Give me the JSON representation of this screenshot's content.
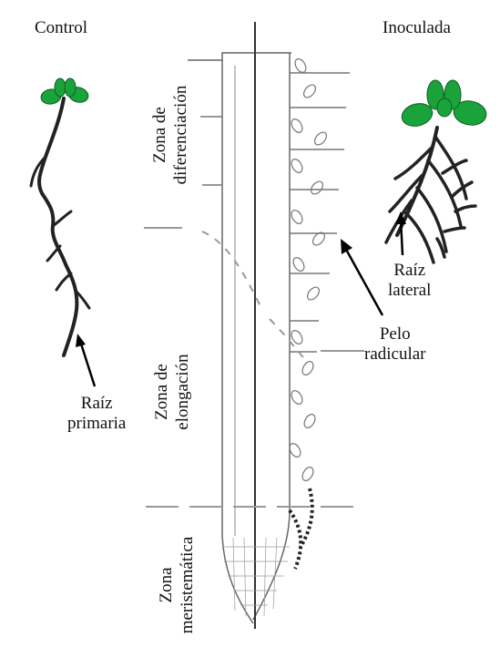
{
  "labels": {
    "control": "Control",
    "inoculated": "Inoculada",
    "primary_root_1": "Raíz",
    "primary_root_2": "primaria",
    "lateral_root_1": "Raíz",
    "lateral_root_2": "lateral",
    "root_hair_1": "Pelo",
    "root_hair_2": "radicular"
  },
  "zones": {
    "differentiation_1": "Zona de",
    "differentiation_2": "diferenciación",
    "elongation_1": "Zona de",
    "elongation_2": "elongación",
    "meristematic_1": "Zona",
    "meristematic_2": "meristemática"
  },
  "colors": {
    "leaf": "#1aa33a",
    "root": "#222222",
    "outline": "#666666",
    "dashed": "#999999"
  }
}
